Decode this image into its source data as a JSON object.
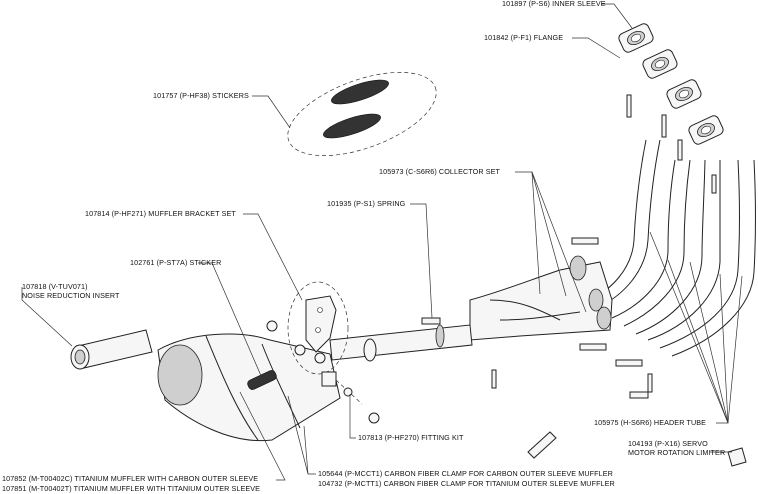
{
  "labels": {
    "inner_sleeve": "101897 (P-S6) INNER SLEEVE",
    "flange": "101842 (P-F1) FLANGE",
    "stickers": "101757 (P-HF38) STICKERS",
    "collector_set": "105973 (C-S6R6) COLLECTOR SET",
    "spring": "101935 (P-S1) SPRING",
    "bracket_set": "107814 (P-HF271) MUFFLER BRACKET SET",
    "sticker": "102761 (P-ST7A) STICKER",
    "noise_insert_code": "107818 (V-TUV071)",
    "noise_insert_name": "NOISE REDUCTION INSERT",
    "header_tube": "105975 (H-S6R6) HEADER TUBE",
    "fitting_kit": "107813 (P-HF270) FITTING KIT",
    "servo_code": "104193 (P-X16) SERVO",
    "servo_name": "MOTOR ROTATION LIMITER",
    "muffler_carbon": "107852 (M-T00402C) TITANIUM MUFFLER WITH CARBON OUTER SLEEVE",
    "muffler_titanium": "107851 (M-T00402T) TITANIUM MUFFLER WITH TITANIUM OUTER SLEEVE",
    "clamp_carbon": "105644 (P-MCCT1) CARBON FIBER CLAMP FOR CARBON OUTER SLEEVE MUFFLER",
    "clamp_titanium": "104732 (P-MCTT1) CARBON FIBER CLAMP FOR TITANIUM OUTER SLEEVE MUFFLER"
  }
}
